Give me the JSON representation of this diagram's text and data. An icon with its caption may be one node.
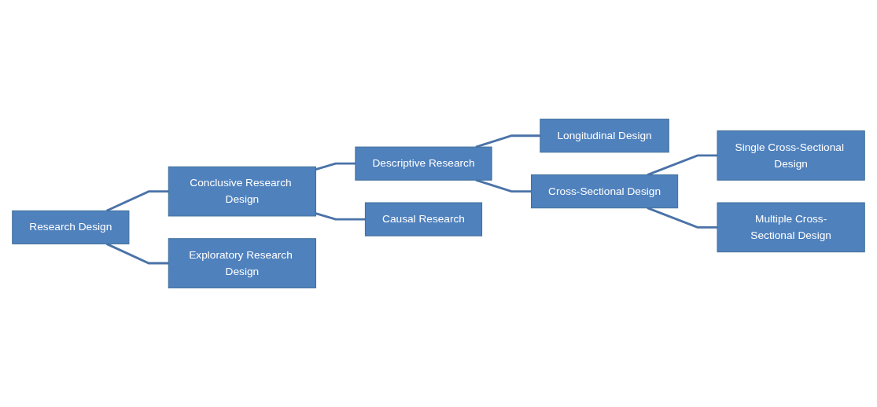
{
  "diagram": {
    "nodes": [
      {
        "text": [
          "Research Design"
        ]
      },
      {
        "text": [
          "Conclusive Research Design"
        ]
      },
      {
        "text": [
          "Exploratory Research Design"
        ]
      },
      {
        "text": [
          "Descriptive Research"
        ]
      },
      {
        "text": [
          "Causal Research"
        ]
      },
      {
        "text": [
          "Longitudinal Design"
        ]
      },
      {
        "text": [
          "Cross-Sectional Design"
        ]
      },
      {
        "text": [
          "Single Cross-Sectional Design"
        ]
      },
      {
        "text": [
          "Multiple Cross-Sectional Design"
        ]
      }
    ],
    "edges": [
      {
        "from": 0,
        "to": 1,
        "arrow": "none"
      },
      {
        "from": 0,
        "to": 2,
        "arrow": "none"
      },
      {
        "from": 1,
        "to": 3,
        "arrow": "none"
      },
      {
        "from": 1,
        "to": 4,
        "arrow": "none"
      },
      {
        "from": 3,
        "to": 5,
        "arrow": "none"
      },
      {
        "from": 3,
        "to": 6,
        "arrow": "none"
      },
      {
        "from": 6,
        "to": 7,
        "arrow": "none"
      },
      {
        "from": 6,
        "to": 8,
        "arrow": "none"
      }
    ]
  }
}
